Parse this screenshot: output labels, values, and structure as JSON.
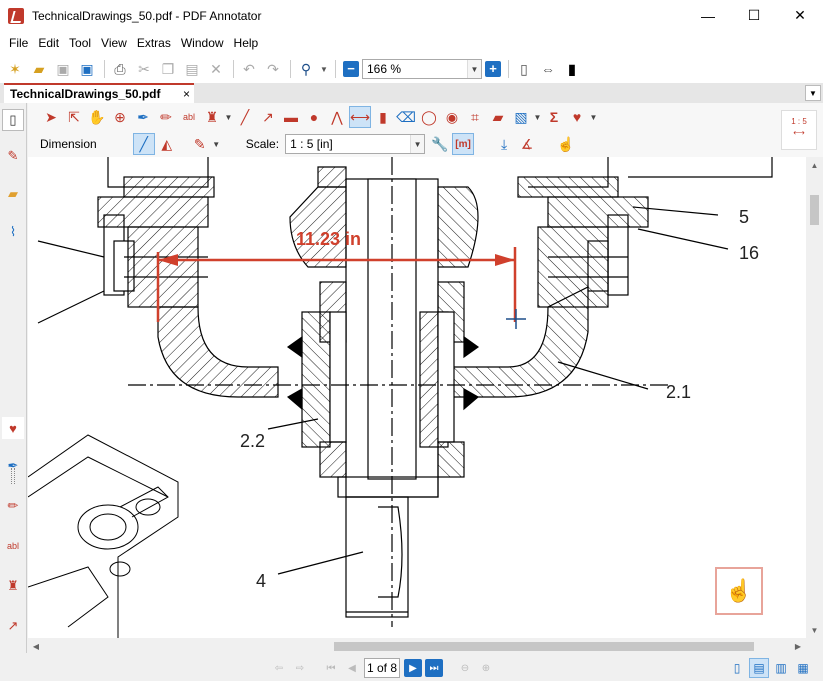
{
  "window": {
    "title": "TechnicalDrawings_50.pdf - PDF Annotator",
    "controls": {
      "minimize": "—",
      "maximize": "☐",
      "close": "✕"
    }
  },
  "menu": [
    "File",
    "Edit",
    "Tool",
    "View",
    "Extras",
    "Window",
    "Help"
  ],
  "toolbar": {
    "zoom_value": "166 %",
    "icons": [
      "new-icon",
      "open-icon",
      "save-icon",
      "save-as-icon",
      "print-icon",
      "cut-icon",
      "copy-icon",
      "paste-icon",
      "delete-icon",
      "undo-icon",
      "redo-icon",
      "find-icon",
      "zoom-out-icon",
      "zoom-in-icon",
      "single-page-icon",
      "fit-width-icon",
      "fullscreen-icon"
    ]
  },
  "tabs": [
    {
      "label": "TechnicalDrawings_50.pdf",
      "close": "×"
    }
  ],
  "property_bar": {
    "tool_label": "Dimension",
    "scale_label": "Scale:",
    "scale_value": "1 : 5 [in]",
    "unit_badge": "[m]"
  },
  "scale_badge": "1 : 5",
  "drawing": {
    "measurement": "11.23 in",
    "labels": [
      "5",
      "16",
      "2.1",
      "2.2",
      "4"
    ]
  },
  "status": {
    "page_indicator": "1 of 8"
  },
  "colors": {
    "accent": "#c0392b",
    "blue": "#1e6fc2",
    "annotation_red": "#d0402c"
  }
}
